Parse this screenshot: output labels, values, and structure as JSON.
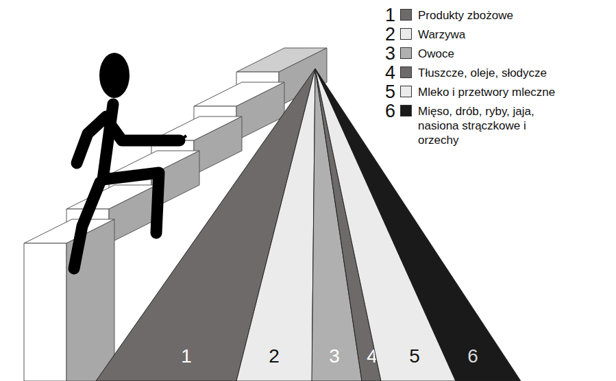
{
  "diagram": {
    "nodes": [
      {
        "text": [
          "1"
        ]
      },
      {
        "text": [
          "2"
        ]
      },
      {
        "text": [
          "3"
        ]
      },
      {
        "text": [
          "4"
        ]
      },
      {
        "text": [
          "5"
        ]
      },
      {
        "text": [
          "6"
        ]
      }
    ],
    "labels": [
      "1",
      "2",
      "3",
      "4",
      "5",
      "6"
    ],
    "legend": [
      {
        "text": "Produkty zbożowe",
        "color": "#6f6a6a"
      },
      {
        "text": "Warzywa",
        "color": "#ebebeb"
      },
      {
        "text": "Owoce",
        "color": "#b0b0b0"
      },
      {
        "text": "Tłuszcze, oleje, słodycze",
        "color": "#6f6a6a"
      },
      {
        "text": "Mleko i przetwory mleczne",
        "color": "#ebebeb"
      },
      {
        "text": "Mięso, drób, ryby, jaja, nasiona strączkowe i orzechy",
        "color": "#1a1a1a"
      }
    ]
  }
}
